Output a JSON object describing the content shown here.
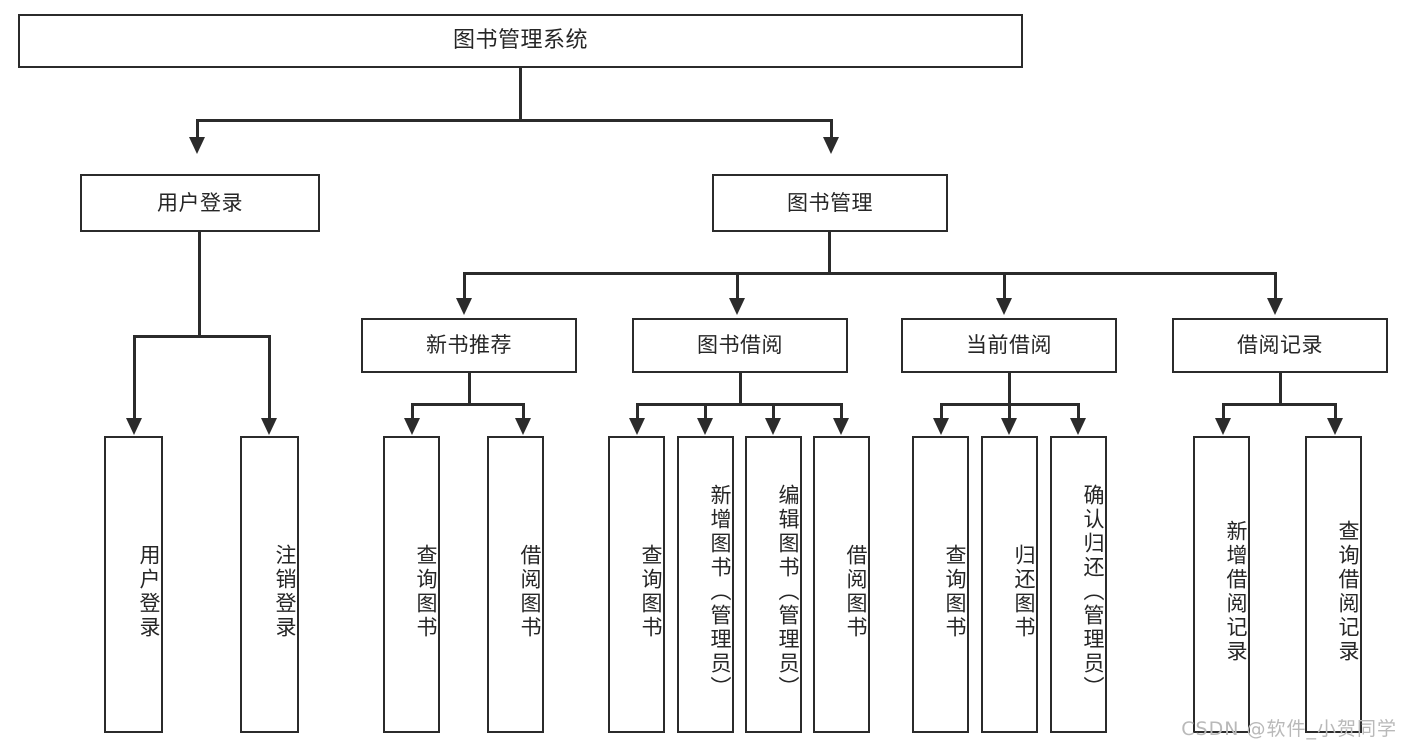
{
  "diagram": {
    "type": "tree",
    "title": "图书管理系统",
    "watermark": "CSDN @软件_小贺同学",
    "colors": {
      "background": "#ffffff",
      "stroke": "#2b2b2b",
      "text": "#262626",
      "watermark": "#b9b9b9"
    },
    "nodes": {
      "root": "图书管理系统",
      "level2": {
        "user_login": "用户登录",
        "book_manage": "图书管理"
      },
      "level3": {
        "new_book_rec": "新书推荐",
        "book_borrow": "图书借阅",
        "current_borrow": "当前借阅",
        "borrow_record": "借阅记录"
      },
      "leaves": {
        "user_login_1": "用户登录",
        "user_login_2": "注销登录",
        "new_book_rec_1": "查询图书",
        "new_book_rec_2": "借阅图书",
        "book_borrow_1": "查询图书",
        "book_borrow_2": "新增图书（管理员）",
        "book_borrow_3": "编辑图书（管理员）",
        "book_borrow_4": "借阅图书",
        "current_borrow_1": "查询图书",
        "current_borrow_2": "归还图书",
        "current_borrow_3": "确认归还（管理员）",
        "borrow_record_1": "新增借阅记录",
        "borrow_record_2": "查询借阅记录"
      }
    },
    "edges": [
      {
        "from": "root",
        "to": "user_login"
      },
      {
        "from": "root",
        "to": "book_manage"
      },
      {
        "from": "user_login",
        "to": "user_login_1"
      },
      {
        "from": "user_login",
        "to": "user_login_2"
      },
      {
        "from": "book_manage",
        "to": "new_book_rec"
      },
      {
        "from": "book_manage",
        "to": "book_borrow"
      },
      {
        "from": "book_manage",
        "to": "current_borrow"
      },
      {
        "from": "book_manage",
        "to": "borrow_record"
      },
      {
        "from": "new_book_rec",
        "to": "new_book_rec_1"
      },
      {
        "from": "new_book_rec",
        "to": "new_book_rec_2"
      },
      {
        "from": "book_borrow",
        "to": "book_borrow_1"
      },
      {
        "from": "book_borrow",
        "to": "book_borrow_2"
      },
      {
        "from": "book_borrow",
        "to": "book_borrow_3"
      },
      {
        "from": "book_borrow",
        "to": "book_borrow_4"
      },
      {
        "from": "current_borrow",
        "to": "current_borrow_1"
      },
      {
        "from": "current_borrow",
        "to": "current_borrow_2"
      },
      {
        "from": "current_borrow",
        "to": "current_borrow_3"
      },
      {
        "from": "borrow_record",
        "to": "borrow_record_1"
      },
      {
        "from": "borrow_record",
        "to": "borrow_record_2"
      }
    ]
  }
}
